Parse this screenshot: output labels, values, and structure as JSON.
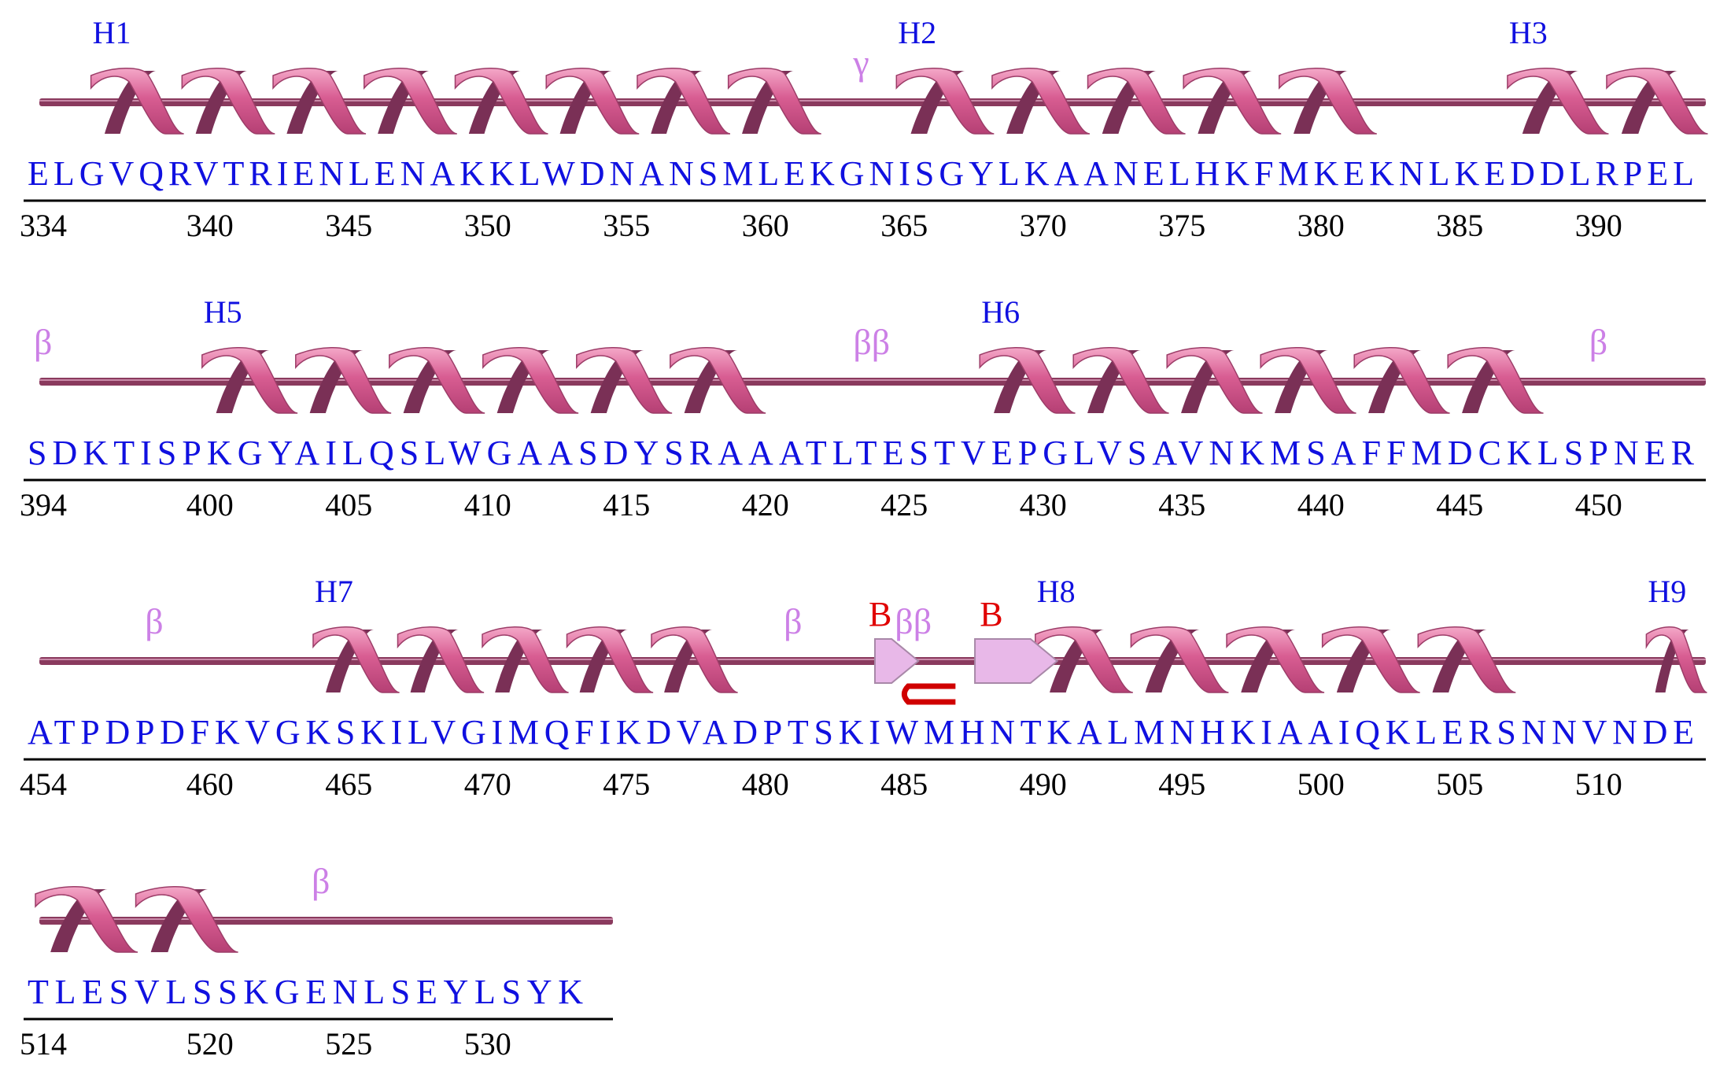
{
  "colors": {
    "helix": "#d85d92",
    "helix_dark": "#7a3056",
    "coil": "#8a3a5e",
    "strand": "#e8b8e8",
    "sequence_text": "#1010e0",
    "structure_symbol": "#cc80e6",
    "bridge_label": "#e00000",
    "turn_symbol": "#d00000"
  },
  "rows": [
    {
      "start": 334,
      "sequence": "ELGVQRVTRIENLENAKKLWDNANSMLEKGNISGYLKAANELHKFMKEKNLKEDDLRPEL",
      "ticks": [
        "334",
        "340",
        "345",
        "350",
        "355",
        "360",
        "365",
        "370",
        "375",
        "380",
        "385",
        "390"
      ],
      "helices": [
        {
          "label": "H1",
          "from": 336,
          "to": 361
        },
        {
          "label": "H2",
          "from": 365,
          "to": 381
        },
        {
          "label": "H3",
          "from": 387,
          "to": 393
        }
      ],
      "symbols": [
        {
          "text": "γ",
          "at": 363.5
        }
      ],
      "bridges": [],
      "strands": []
    },
    {
      "start": 394,
      "sequence": "SDKTISPKGYAILQSLWGAASDYSRAAATLTESTVEPGLVSAVNKMSAFFMDCKLSPNER",
      "ticks": [
        "394",
        "400",
        "405",
        "410",
        "415",
        "420",
        "425",
        "430",
        "435",
        "440",
        "445",
        "450"
      ],
      "helices": [
        {
          "label": "H5",
          "from": 400,
          "to": 419
        },
        {
          "label": "H6",
          "from": 428,
          "to": 447
        }
      ],
      "symbols": [
        {
          "text": "β",
          "at": 394
        },
        {
          "text": "ββ",
          "at": 423.5
        },
        {
          "text": "β",
          "at": 450
        }
      ],
      "bridges": [],
      "strands": []
    },
    {
      "start": 454,
      "sequence": "ATPDPDFKVGKSKILVGIMQFIKDVADPTSKIWMHNTKALMNHKIAAIQKLERSNNVNDE",
      "ticks": [
        "454",
        "460",
        "465",
        "470",
        "475",
        "480",
        "485",
        "490",
        "495",
        "500",
        "505",
        "510"
      ],
      "helices": [
        {
          "label": "H7",
          "from": 464,
          "to": 478
        },
        {
          "label": "H8",
          "from": 490,
          "to": 506
        },
        {
          "label": "H9",
          "from": 512,
          "to": 513
        }
      ],
      "symbols": [
        {
          "text": "β",
          "at": 458
        },
        {
          "text": "β",
          "at": 481
        },
        {
          "text": "ββ",
          "at": 485
        }
      ],
      "bridges": [
        {
          "text": "B",
          "at": 484
        },
        {
          "text": "B",
          "at": 488
        }
      ],
      "strands": [
        {
          "from": 484,
          "to": 484.6
        },
        {
          "from": 487.6,
          "to": 489.6
        }
      ]
    },
    {
      "start": 514,
      "sequence": "TLESVLSSKGENLSEYLSYK",
      "ticks": [
        "514",
        "520",
        "525",
        "530"
      ],
      "helices": [
        {
          "label": "",
          "from": 514,
          "to": 520
        }
      ],
      "symbols": [
        {
          "text": "β",
          "at": 524
        }
      ],
      "bridges": [],
      "strands": []
    }
  ]
}
